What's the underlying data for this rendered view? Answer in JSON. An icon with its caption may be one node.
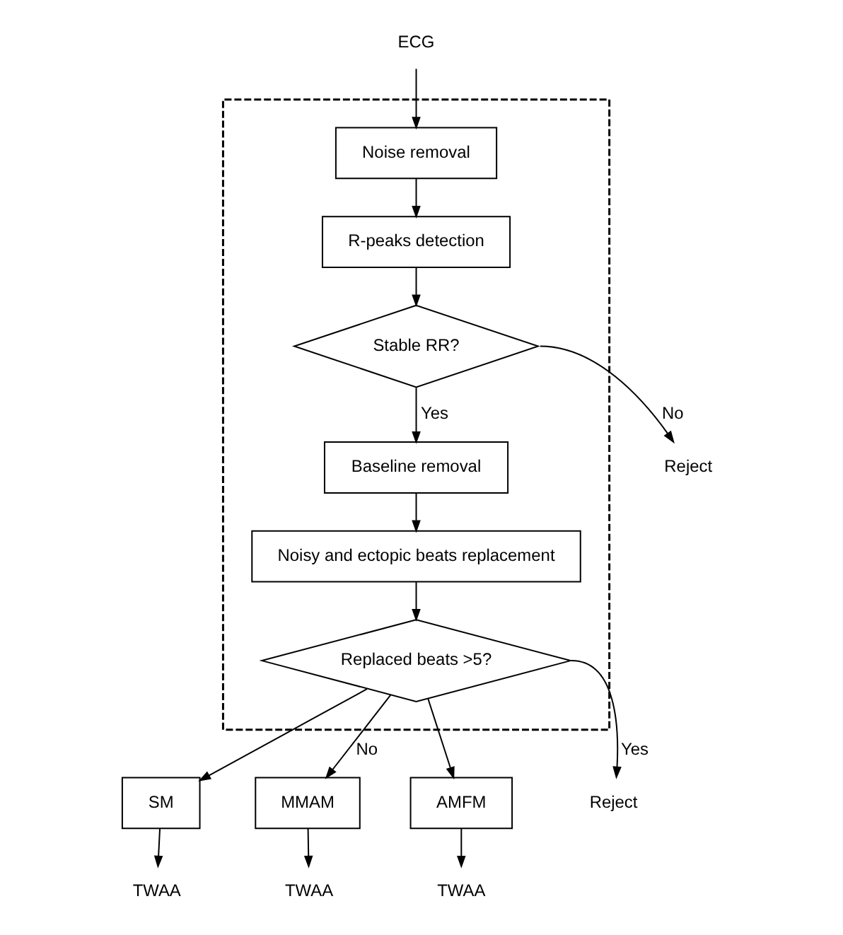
{
  "diagram": {
    "nodes": [
      {
        "text": [],
        "shape": "box"
      },
      {
        "text": [
          "ECG"
        ]
      },
      {
        "text": [
          "Noise removal"
        ],
        "in": 0
      },
      {
        "text": [
          "R-peaks detection"
        ],
        "in": 0
      },
      {
        "text": [
          "Stable RR?"
        ],
        "in": 0
      },
      {
        "text": [
          "Reject"
        ]
      },
      {
        "text": [
          "Baseline removal"
        ],
        "in": 0
      },
      {
        "text": [
          "Noisy and ectopic beats replacement"
        ],
        "in": 0
      },
      {
        "text": [
          "Replaced beats >5?"
        ],
        "in": 0
      },
      {
        "text": [
          "Reject"
        ]
      },
      {
        "text": [
          "SM"
        ]
      },
      {
        "text": [
          "MMAM"
        ]
      },
      {
        "text": [
          "AMFM"
        ]
      },
      {
        "text": [
          "TWAA"
        ]
      },
      {
        "text": [
          "TWAA"
        ]
      },
      {
        "text": [
          "TWAA"
        ]
      }
    ],
    "edges": [
      {
        "from": 1,
        "to": 2,
        "arrow": "to"
      },
      {
        "from": 2,
        "to": 3,
        "arrow": "to"
      },
      {
        "from": 3,
        "to": 4,
        "arrow": "to"
      },
      {
        "from": 4,
        "to": 5,
        "arrow": "to",
        "label": "No"
      },
      {
        "from": 4,
        "to": 6,
        "arrow": "to",
        "label": "Yes"
      },
      {
        "from": 6,
        "to": 7,
        "arrow": "to"
      },
      {
        "from": 7,
        "to": 8,
        "arrow": "to"
      },
      {
        "from": 8,
        "to": 9,
        "arrow": "to",
        "label": "Yes"
      },
      {
        "from": 8,
        "to": 10,
        "arrow": "to"
      },
      {
        "from": 8,
        "to": 11,
        "arrow": "to",
        "label": "No"
      },
      {
        "from": 8,
        "to": 12,
        "arrow": "to"
      },
      {
        "from": 10,
        "to": 13,
        "arrow": "to"
      },
      {
        "from": 11,
        "to": 14,
        "arrow": "to"
      },
      {
        "from": 12,
        "to": 15,
        "arrow": "to"
      }
    ]
  }
}
